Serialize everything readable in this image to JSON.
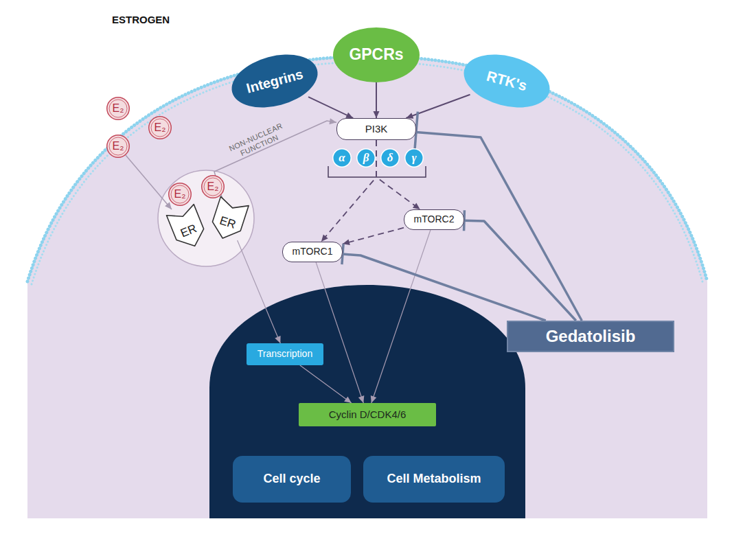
{
  "diagram": {
    "nodes": [
      {
        "text": [
          "E₂"
        ]
      },
      {
        "text": [
          "E₂"
        ]
      },
      {
        "text": [
          "E₂"
        ]
      },
      {
        "text": [
          "Integrins"
        ]
      },
      {
        "text": [
          "GPCRs"
        ]
      },
      {
        "text": [
          "RTK's"
        ]
      },
      {
        "text": [
          "PI3K"
        ]
      },
      {
        "text": [
          "α"
        ]
      },
      {
        "text": [
          "β"
        ]
      },
      {
        "text": [
          "δ"
        ]
      },
      {
        "text": [
          "γ"
        ]
      },
      {
        "text": [
          "E₂"
        ]
      },
      {
        "text": [
          "E₂"
        ]
      },
      {
        "text": [
          "ER"
        ]
      },
      {
        "text": [
          "ER"
        ]
      },
      {
        "text": [
          "mTORC2"
        ]
      },
      {
        "text": [
          "mTORC1"
        ]
      },
      {
        "text": [
          "Transcription"
        ]
      },
      {
        "text": [
          "Cyclin D/CDK4/6"
        ]
      },
      {
        "text": [
          "Gedatolisib"
        ]
      },
      {
        "text": [
          "Cell cycle"
        ]
      },
      {
        "text": [
          "Cell Metabolism"
        ]
      }
    ],
    "edges": [
      {
        "from": 2,
        "to": 13,
        "arrow": "to"
      },
      {
        "from": 3,
        "to": 6,
        "arrow": "to"
      },
      {
        "from": 4,
        "to": 6,
        "arrow": "to"
      },
      {
        "from": 5,
        "to": 6,
        "arrow": "to"
      },
      {
        "from": 14,
        "to": 6,
        "label": "NON-NUCLEAR FUNCTION",
        "arrow": "to"
      },
      {
        "from": 6,
        "to": 16,
        "arrow": "to"
      },
      {
        "from": 6,
        "to": 15,
        "arrow": "to"
      },
      {
        "from": 15,
        "to": 16,
        "arrow": "to"
      },
      {
        "from": 16,
        "to": 18,
        "arrow": "to"
      },
      {
        "from": 15,
        "to": 18,
        "arrow": "to"
      },
      {
        "from": 14,
        "to": 17,
        "arrow": "to"
      },
      {
        "from": 17,
        "to": 18,
        "arrow": "to"
      },
      {
        "from": 19,
        "to": 6,
        "arrow": "to"
      },
      {
        "from": 19,
        "to": 15,
        "arrow": "to"
      },
      {
        "from": 19,
        "to": 16,
        "arrow": "to"
      }
    ],
    "labels": [
      "ESTROGEN"
    ]
  }
}
